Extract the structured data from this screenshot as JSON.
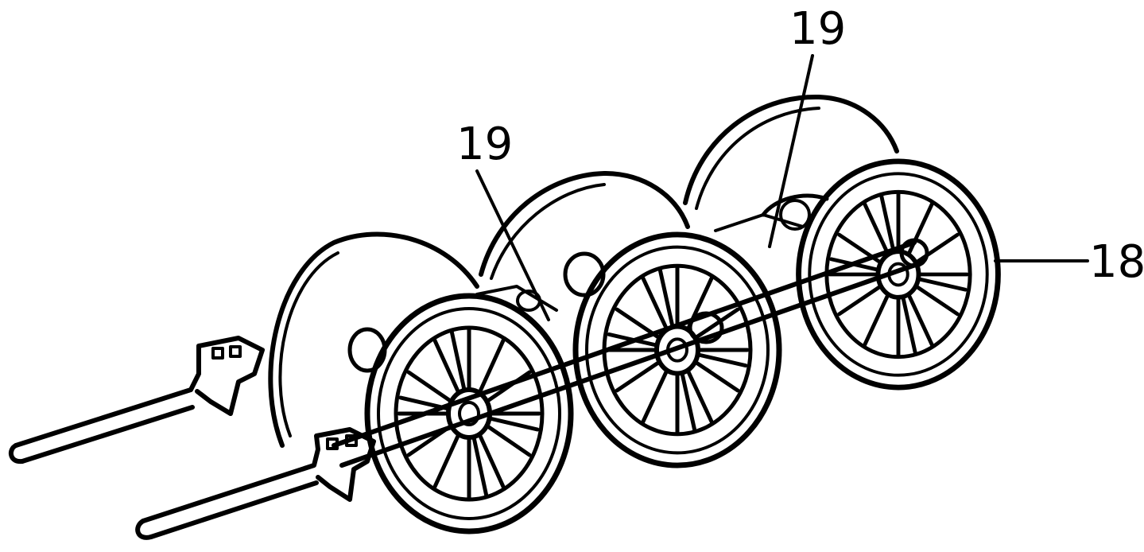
{
  "callouts": {
    "left_19": "19",
    "top_19": "19",
    "right_18": "18"
  },
  "colors": {
    "ink": "#000000",
    "paper": "#ffffff"
  }
}
